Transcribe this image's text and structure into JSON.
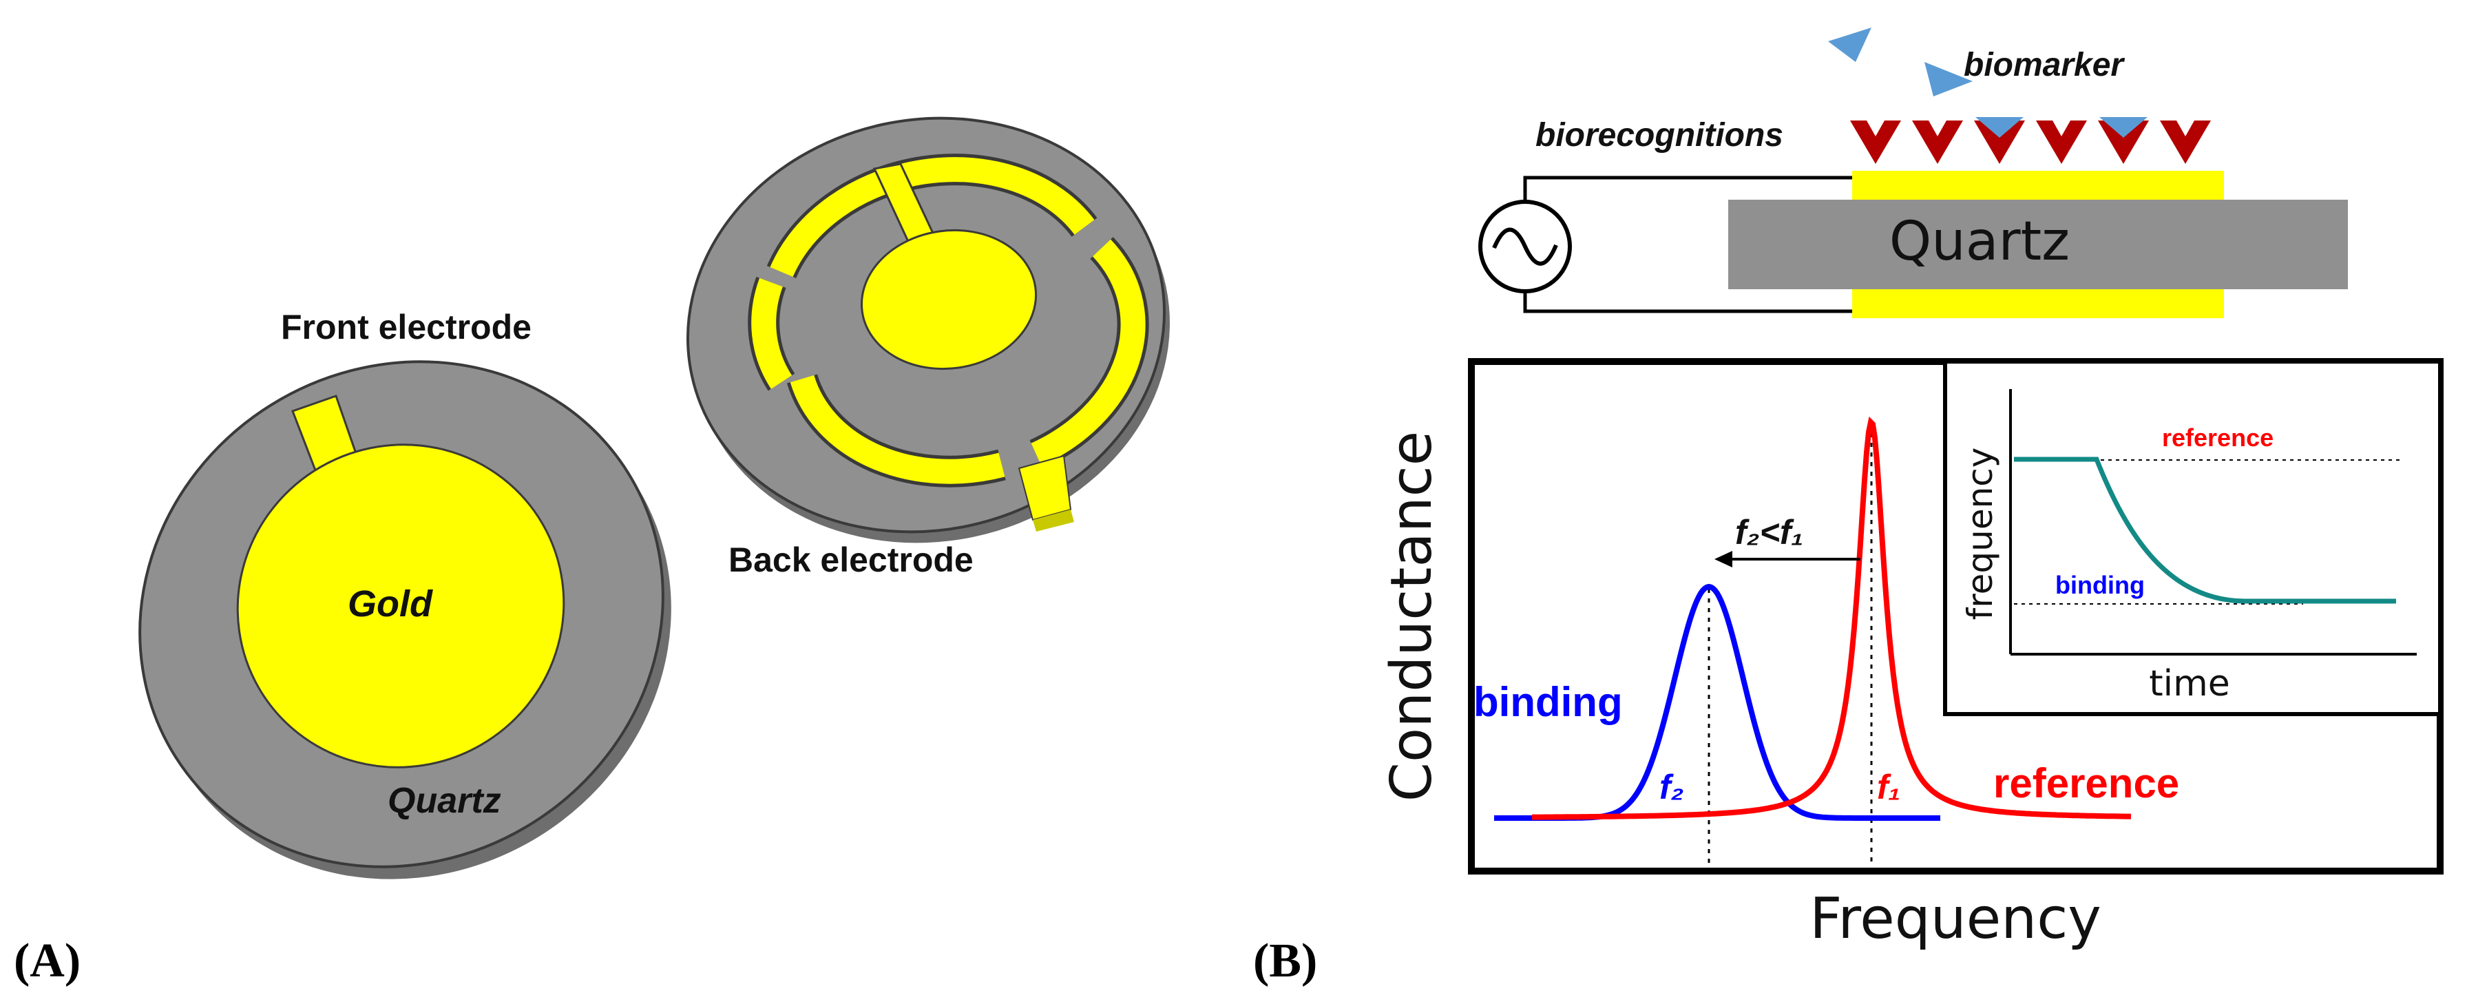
{
  "colors": {
    "quartz_gray": "#909090",
    "quartz_edge": "#6e6e6e",
    "gold_yellow": "#ffff00",
    "receptor_red": "#b30000",
    "biomarker_blue": "#5b9bd5",
    "binding_blue": "#0000ff",
    "reference_red": "#ff0000",
    "inset_teal": "#138a86"
  },
  "panel_a": {
    "panel_label": "(A)",
    "front_electrode_label": "Front electrode",
    "back_electrode_label": "Back electrode",
    "gold_label": "Gold",
    "quartz_label": "Quartz"
  },
  "panel_b": {
    "panel_label": "(B)",
    "biomarker_label": "biomarker",
    "biorecognitions_label": "biorecognitions",
    "quartz_block_label": "Quartz",
    "ac_source_icon": "ac-source-icon",
    "chart": {
      "ylabel": "Conductance",
      "xlabel": "Frequency",
      "shift_label": "f₂<f₁",
      "binding_label": "binding",
      "reference_label": "reference",
      "f2_label": "f₂",
      "f1_label": "f₁"
    },
    "inset": {
      "ylabel": "frequency",
      "xlabel": "time",
      "reference_label": "reference",
      "binding_label": "binding"
    }
  }
}
